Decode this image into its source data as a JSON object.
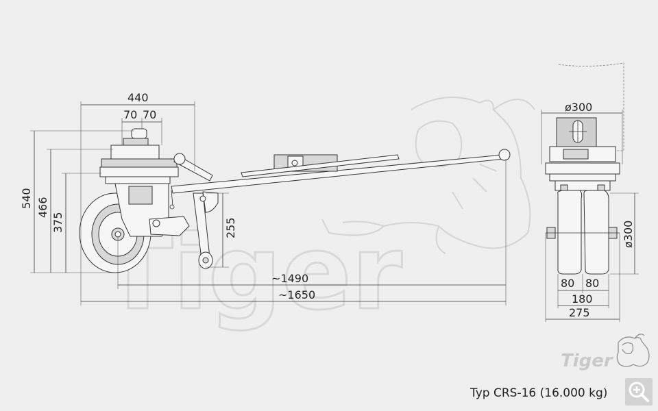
{
  "caption": "Typ CRS-16 (16.000 kg)",
  "brand": "Tiger",
  "watermark": "Tiger",
  "icons": {
    "zoom": "zoom-in-icon",
    "tiger_logo": "tiger-mascot-icon"
  },
  "colors": {
    "background": "#efefef",
    "line": "#333333",
    "watermark": "#d6d6d6",
    "shading": "#cfcfcf"
  },
  "dimensions": {
    "top_width": "440",
    "top_left_70": "70",
    "top_right_70": "70",
    "height_540": "540",
    "height_466": "466",
    "height_375": "375",
    "height_255": "255",
    "length_1490": "~1490",
    "length_1650": "~1650",
    "dia_top": "ø300",
    "dia_wheel": "ø300",
    "wheel_80_left": "80",
    "wheel_80_right": "80",
    "width_180": "180",
    "width_275": "275"
  }
}
